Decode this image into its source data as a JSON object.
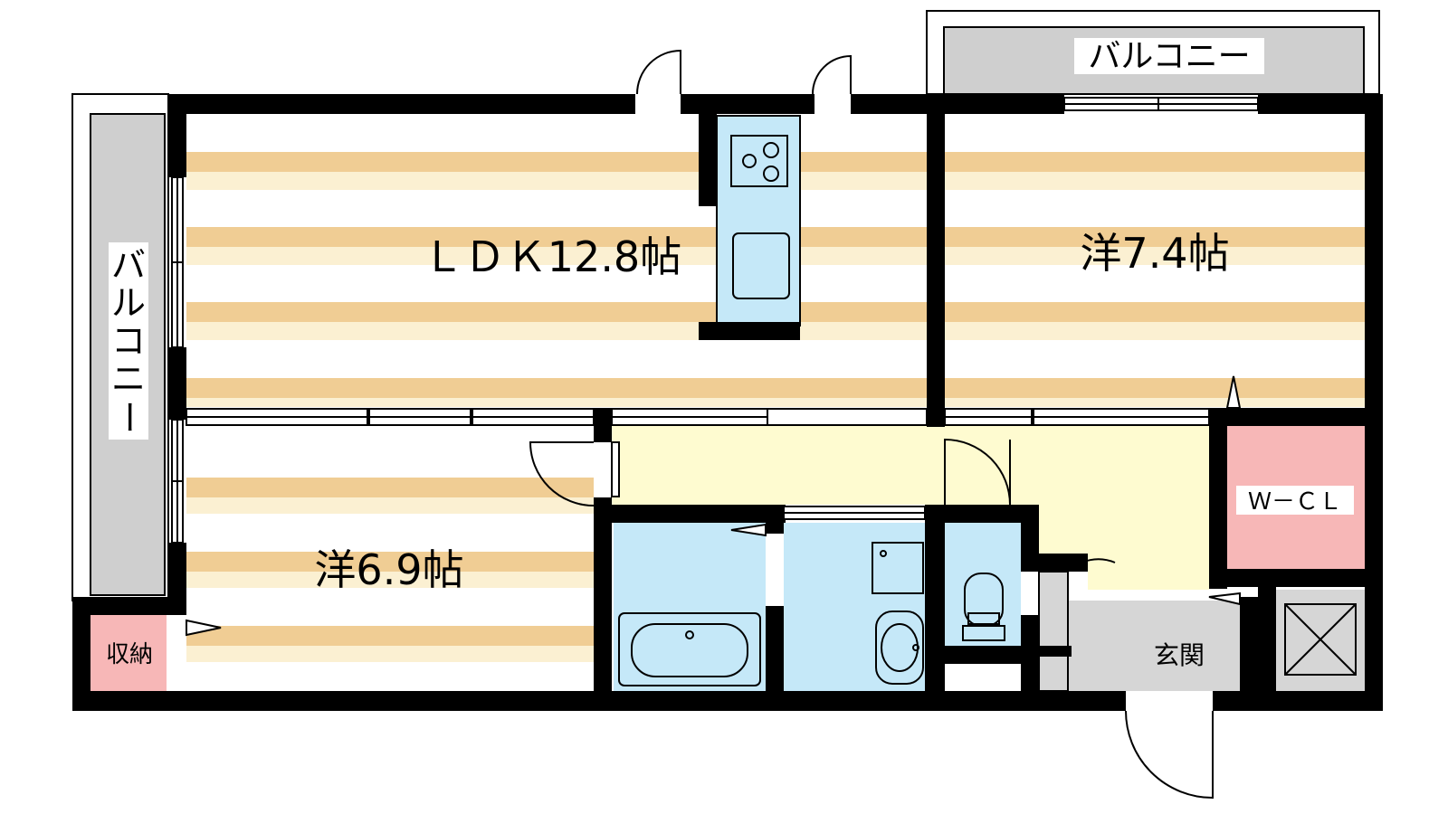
{
  "rooms": {
    "ldk": "ＬＤＫ12.8帖",
    "western_1": "洋7.4帖",
    "western_2": "洋6.9帖",
    "walk_in_closet": "Ｗ－ＣＬ",
    "storage": "収納",
    "entrance": "玄関"
  },
  "balconies": {
    "top": "バルコニー",
    "left": [
      "バ",
      "ル",
      "コ",
      "ニ",
      "ー"
    ]
  },
  "colors": {
    "wall": "#000000",
    "floor_stripe": "#f0cd94",
    "floor_stripe_light": "#fbf0d2",
    "hallway": "#fefbd0",
    "wet_area": "#c5e8f8",
    "closet": "#f7b7b7",
    "balcony": "#cfcfcf",
    "entrance": "#d6d6d6"
  }
}
